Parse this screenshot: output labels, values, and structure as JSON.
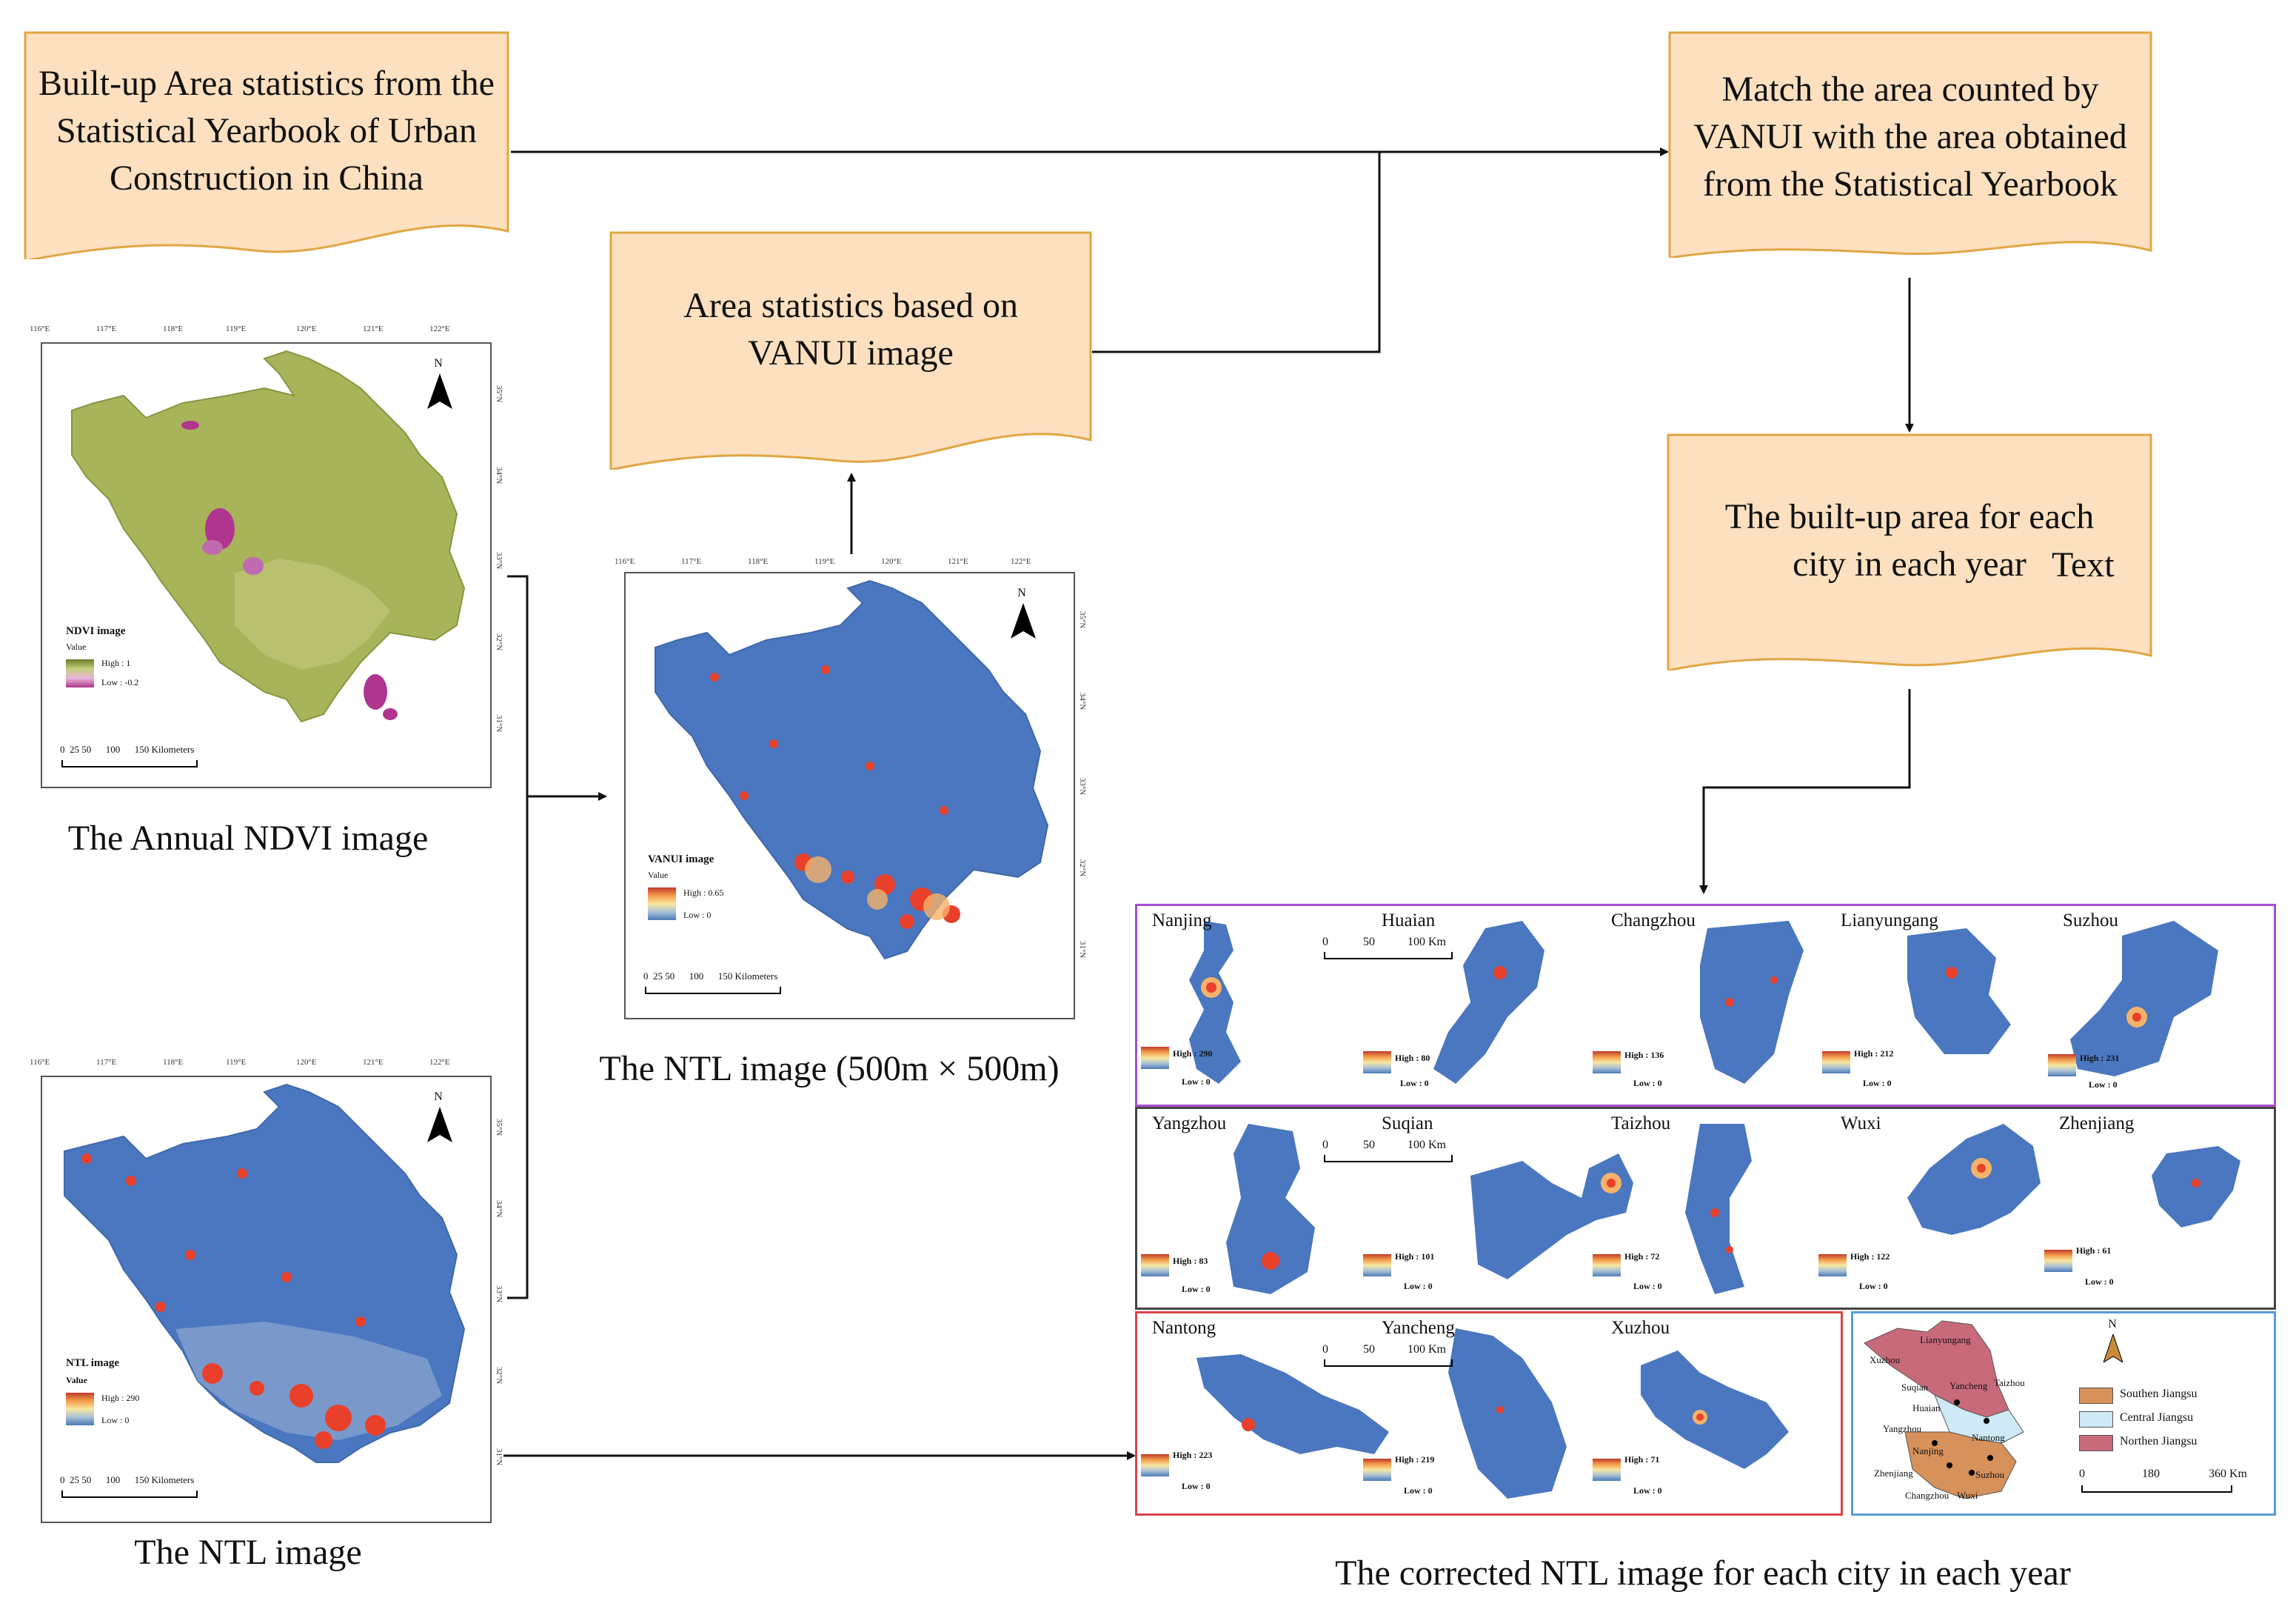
{
  "boxes": {
    "stat_yearbook": "Built-up Area statistics from the Statistical Yearbook of Urban Construction in China",
    "area_vanui": "Area statistics based on VANUI image",
    "match": "Match the area counted by VANUI with the area obtained from the Statistical Yearbook",
    "builtup_each": "The built-up area for each city in each year",
    "builtup_suffix": "Text"
  },
  "captions": {
    "ndvi": "The Annual NDVI image",
    "ntl": "The NTL image",
    "ntl500": "The NTL image (500m × 500m)",
    "corrected": "The corrected NTL image for each city in each year"
  },
  "ndvi_map": {
    "legend_title": "NDVI image",
    "legend_value": "Value",
    "high": "High : 1",
    "low": "Low : -0.2",
    "scale": "0  25 50      100      150 Kilometers",
    "north": "N",
    "lon_ticks": [
      "116°E",
      "117°E",
      "118°E",
      "119°E",
      "120°E",
      "121°E",
      "122°E"
    ],
    "lat_ticks": [
      "35°N",
      "34°N",
      "33°N",
      "32°N",
      "31°N"
    ],
    "colors": {
      "high": "#6b7a2a",
      "low": "#b0358f",
      "base": "#a7b45a"
    }
  },
  "vanui_map": {
    "legend_title": "VANUI image",
    "legend_value": "Value",
    "high": "High : 0.65",
    "low": "Low : 0",
    "scale": "0  25 50      100      150 Kilometers",
    "north": "N",
    "lon_ticks": [
      "116°E",
      "117°E",
      "118°E",
      "119°E",
      "120°E",
      "121°E",
      "122°E"
    ],
    "lat_ticks": [
      "35°N",
      "34°N",
      "33°N",
      "32°N",
      "31°N"
    ]
  },
  "ntl_map": {
    "legend_title": "NTL image",
    "legend_value": "Value",
    "high": "High : 290",
    "low": "Low : 0",
    "scale": "0  25 50      100      150 Kilometers",
    "north": "N",
    "lon_ticks": [
      "116°E",
      "117°E",
      "118°E",
      "119°E",
      "120°E",
      "121°E",
      "122°E"
    ],
    "lat_ticks": [
      "35°N",
      "34°N",
      "33°N",
      "32°N",
      "31°N"
    ]
  },
  "panels": {
    "scale_labels": [
      "0",
      "50",
      "100 Km"
    ],
    "low_label": "Low : 0",
    "row1": [
      {
        "name": "Nanjing",
        "high": "High : 290"
      },
      {
        "name": "Huaian",
        "high": "High : 80"
      },
      {
        "name": "Changzhou",
        "high": "High : 136"
      },
      {
        "name": "Lianyungang",
        "high": "High : 212"
      },
      {
        "name": "Suzhou",
        "high": "High : 231"
      }
    ],
    "row2": [
      {
        "name": "Yangzhou",
        "high": "High : 83"
      },
      {
        "name": "Suqian",
        "high": "High : 101"
      },
      {
        "name": "Taizhou",
        "high": "High : 72"
      },
      {
        "name": "Wuxi",
        "high": "High : 122"
      },
      {
        "name": "Zhenjiang",
        "high": "High : 61"
      }
    ],
    "row3": [
      {
        "name": "Nantong",
        "high": "High : 223"
      },
      {
        "name": "Yancheng",
        "high": "High : 219"
      },
      {
        "name": "Xuzhou",
        "high": "High : 71"
      }
    ],
    "colors": {
      "row1": "#a64fd1",
      "row2": "#444444",
      "row3": "#d9434a",
      "regions": "#5b9bd5",
      "city_fill": "#4a77bf"
    }
  },
  "region_map": {
    "north": "N",
    "legend": [
      {
        "label": "Southen Jiangsu",
        "color": "#d7915a"
      },
      {
        "label": "Central Jiangsu",
        "color": "#cfe9f7"
      },
      {
        "label": "Northen Jiangsu",
        "color": "#c96a7a"
      }
    ],
    "scale": [
      "0",
      "180",
      "360 Km"
    ],
    "cities": [
      "Lianyungang",
      "Suqian",
      "Yancheng",
      "Taizhou",
      "Huaian",
      "Yangzhou",
      "Nantong",
      "Nanjing",
      "Zhenjiang",
      "Suzhou",
      "Changzhou",
      "Wuxi",
      "Xuzhou"
    ]
  }
}
